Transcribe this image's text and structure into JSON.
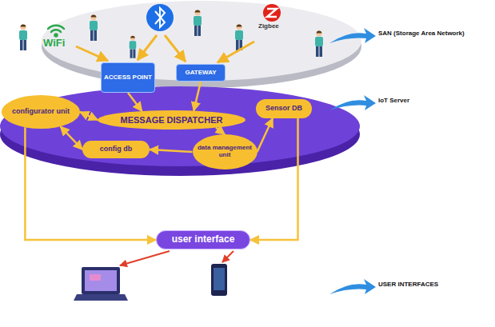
{
  "diagram": {
    "nodes": [
      {
        "text": [
          "ACCESS POINT"
        ]
      },
      {
        "text": [
          "GATEWAY"
        ]
      },
      {
        "text": [
          "configurator unit"
        ]
      },
      {
        "text": [
          "MESSAGE DISPATCHER"
        ]
      },
      {
        "text": [
          "Sensor DB"
        ]
      },
      {
        "text": [
          "data management unit"
        ]
      },
      {
        "text": [
          "config db"
        ]
      },
      {
        "text": [
          "user interface"
        ]
      }
    ],
    "edges": [
      {
        "from": 0,
        "to": 3,
        "arrow": "to"
      },
      {
        "from": 1,
        "to": 3,
        "arrow": "to"
      },
      {
        "from": 2,
        "to": 3,
        "arrow": "both"
      },
      {
        "from": 2,
        "to": 6,
        "arrow": "both"
      },
      {
        "from": 3,
        "to": 5,
        "arrow": "to"
      },
      {
        "from": 5,
        "to": 6,
        "arrow": "to"
      },
      {
        "from": 5,
        "to": 4,
        "arrow": "to"
      },
      {
        "from": 2,
        "to": 7,
        "arrow": "to"
      },
      {
        "from": 4,
        "to": 7,
        "arrow": "to"
      }
    ],
    "labels": [
      "WiFi",
      "Zigbee",
      "SAN (Storage Area Network)",
      "IoT Server",
      "USER INTERFACES"
    ]
  }
}
